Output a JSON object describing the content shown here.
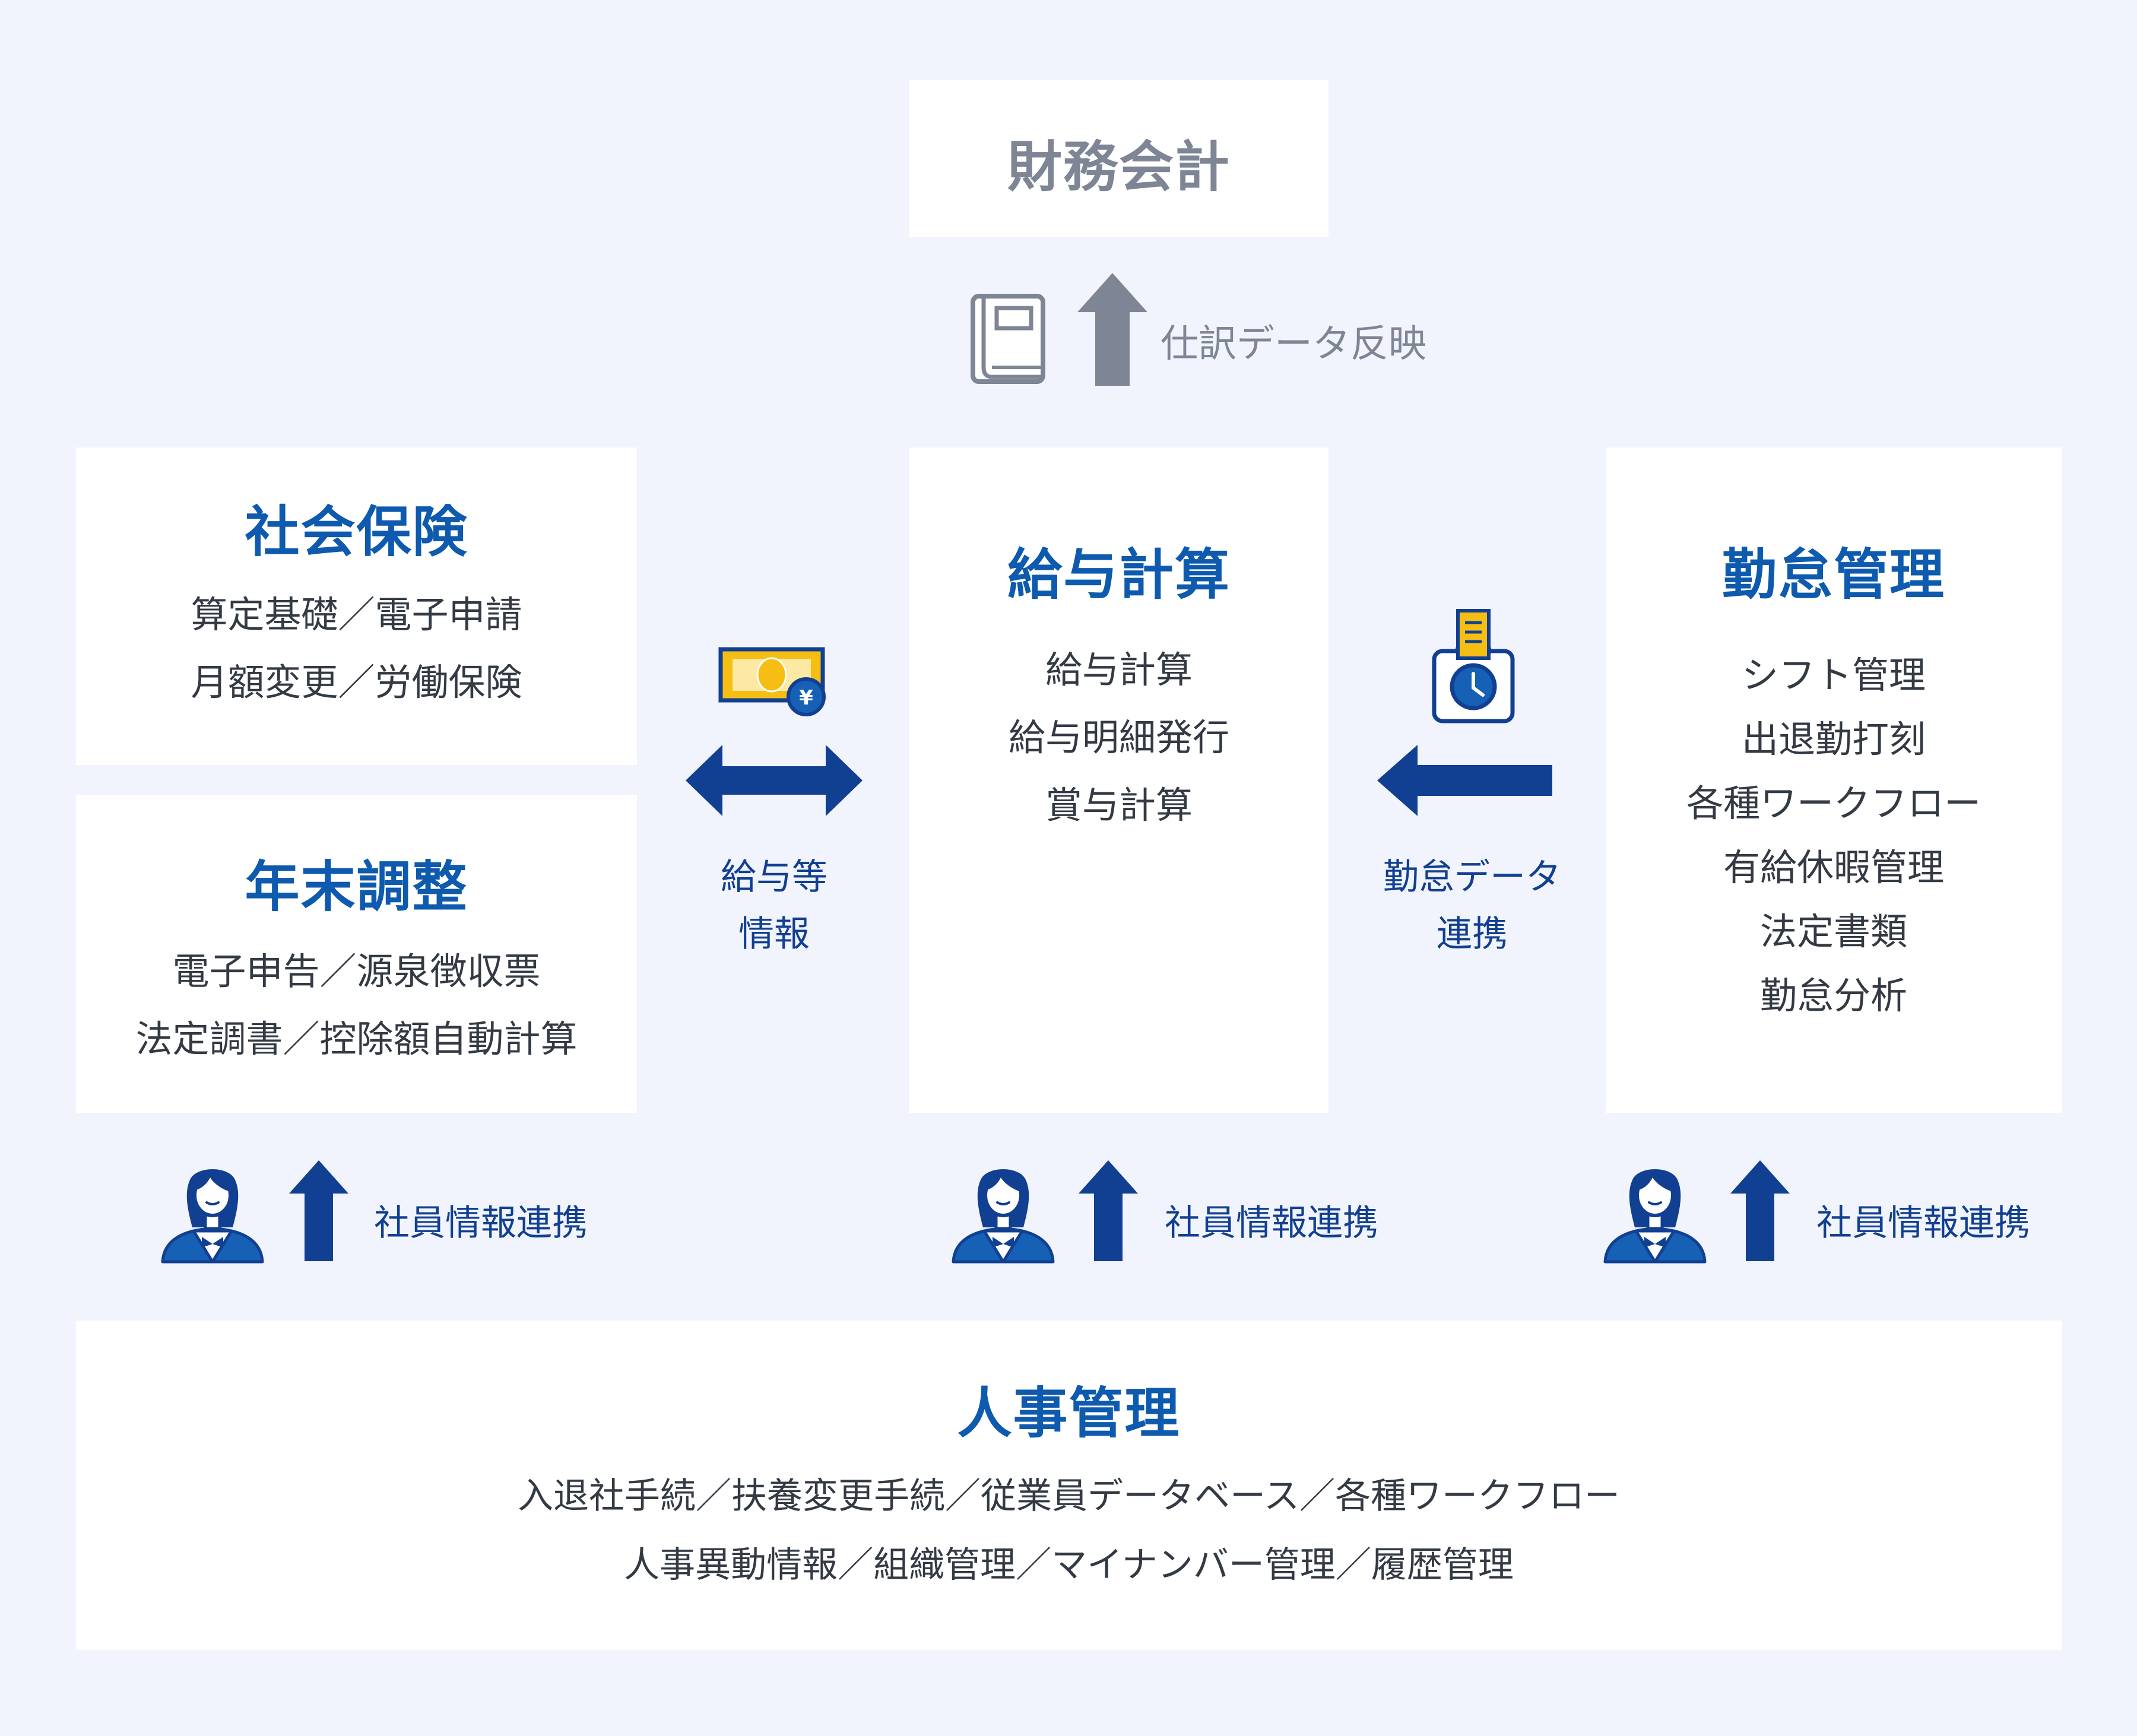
{
  "colors": {
    "background": "#f1f4fd",
    "box": "#ffffff",
    "accent_blue": "#0d5aae",
    "arrow_navy": "#113f91",
    "gray": "#7e8594",
    "text": "#333a44",
    "coin_yellow": "#f6be12"
  },
  "accounting": {
    "title": "財務会計"
  },
  "journal_link": {
    "label": "仕訳データ反映",
    "icon": "ledger-book-icon"
  },
  "social_insurance": {
    "title": "社会保険",
    "items": [
      "算定基礎／電子申請",
      "月額変更／労働保険"
    ]
  },
  "year_end": {
    "title": "年末調整",
    "items": [
      "電子申告／源泉徴収票",
      "法定調書／控除額自動計算"
    ]
  },
  "payroll": {
    "title": "給与計算",
    "items": [
      "給与計算",
      "給与明細発行",
      "賞与計算"
    ]
  },
  "attendance": {
    "title": "勤怠管理",
    "items": [
      "シフト管理",
      "出退勤打刻",
      "各種ワークフロー",
      "有給休暇管理",
      "法定書類",
      "勤怠分析"
    ]
  },
  "salary_link": {
    "line1": "給与等",
    "line2": "情報",
    "icon": "banknote-yen-icon"
  },
  "attendance_link": {
    "line1": "勤怠データ",
    "line2": "連携",
    "icon": "time-card-clock-icon"
  },
  "employee_links": [
    {
      "label": "社員情報連携",
      "icon": "employee-icon"
    },
    {
      "label": "社員情報連携",
      "icon": "employee-icon"
    },
    {
      "label": "社員情報連携",
      "icon": "employee-icon"
    }
  ],
  "hr": {
    "title": "人事管理",
    "items": [
      "入退社手続／扶養変更手続／従業員データベース／各種ワークフロー",
      "人事異動情報／組織管理／マイナンバー管理／履歴管理"
    ]
  }
}
